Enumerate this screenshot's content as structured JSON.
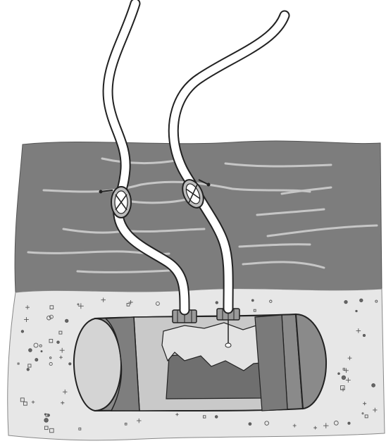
{
  "illustration": {
    "subject": "",
    "components": [
      {
        "name": "water-layer",
        "color": "#7d7d7d"
      },
      {
        "name": "gravel-bed",
        "color": "#e7e7e7"
      },
      {
        "name": "tank-body",
        "color": "#8a8a8a"
      },
      {
        "name": "tank-band",
        "color": "#c9c9c9"
      },
      {
        "name": "tank-end-cap",
        "color": "#d4d4d4"
      },
      {
        "name": "tank-interior",
        "color": "#6f6f6f"
      },
      {
        "name": "hose",
        "color": "#ffffff"
      },
      {
        "name": "valve",
        "color": "#bdbdbd"
      },
      {
        "name": "fitting",
        "color": "#9a9a9a"
      }
    ],
    "outline_color": "#222222",
    "ripple_color": "#c6c6c6"
  }
}
